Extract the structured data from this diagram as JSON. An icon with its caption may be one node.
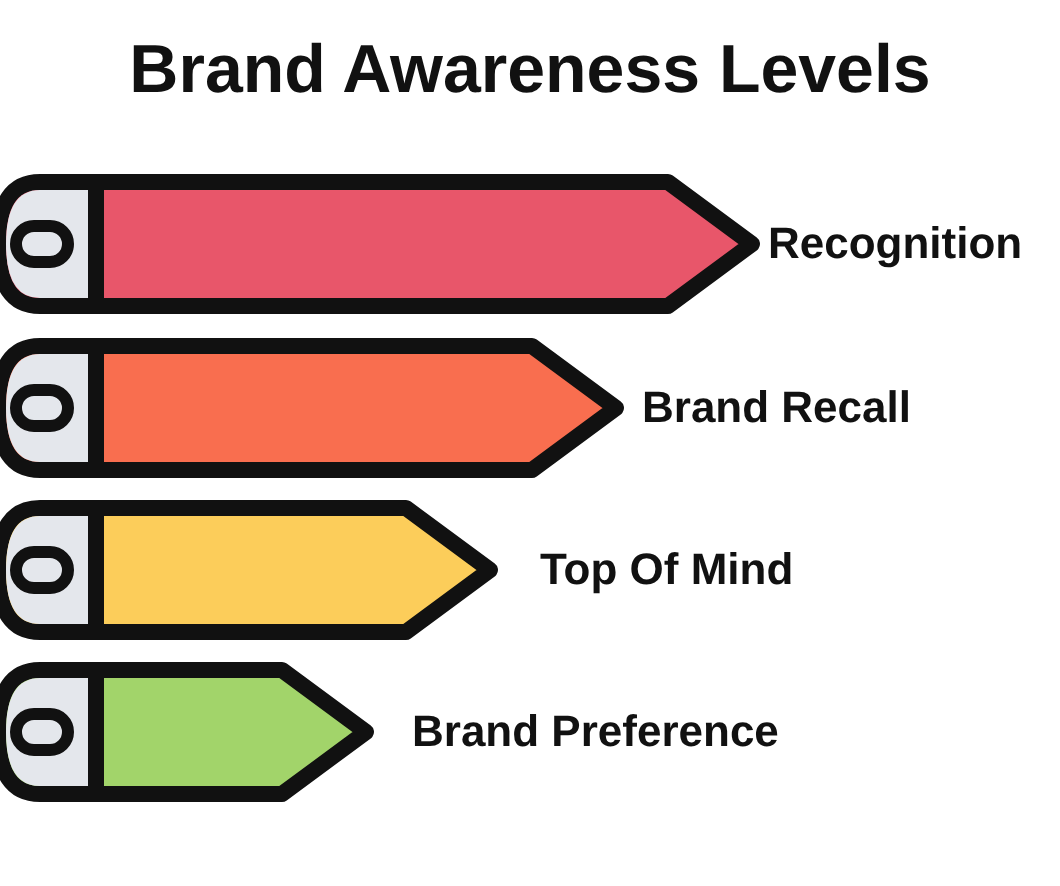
{
  "diagram": {
    "title": "Brand Awareness Levels",
    "nodes": [
      {
        "text": [],
        "shape": "bar",
        "beside": [
          "Recognition"
        ]
      },
      {
        "text": [],
        "shape": "bar",
        "beside": [
          "Brand Recall"
        ]
      },
      {
        "text": [],
        "shape": "bar",
        "beside": [
          "Top Of Mind"
        ]
      },
      {
        "text": [],
        "shape": "bar",
        "beside": [
          "Brand Preference"
        ]
      }
    ]
  }
}
